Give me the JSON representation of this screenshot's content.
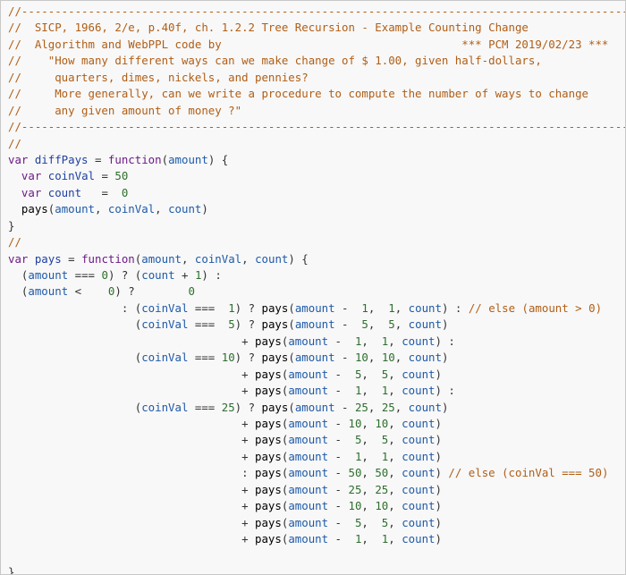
{
  "editor": {
    "lines": [
      [
        [
          "comment",
          "//-------------------------------------------------------------------------------------------------"
        ]
      ],
      [
        [
          "comment",
          "//  SICP, 1966, 2/e, p.40f, ch. 1.2.2 Tree Recursion - Example Counting Change"
        ]
      ],
      [
        [
          "comment",
          "//  Algorithm and WebPPL code by                                    *** PCM 2019/02/23 ***"
        ]
      ],
      [
        [
          "comment",
          "//    \"How many different ways can we make change of $ 1.00, given half-dollars,"
        ]
      ],
      [
        [
          "comment",
          "//     quarters, dimes, nickels, and pennies?"
        ]
      ],
      [
        [
          "comment",
          "//     More generally, can we write a procedure to compute the number of ways to change"
        ]
      ],
      [
        [
          "comment",
          "//     any given amount of money ?\""
        ]
      ],
      [
        [
          "comment",
          "//-------------------------------------------------------------------------------------------------"
        ]
      ],
      [
        [
          "comment",
          "//"
        ]
      ],
      [
        [
          "kw",
          "var "
        ],
        [
          "var",
          "diffPays"
        ],
        [
          "plain",
          " = "
        ],
        [
          "kw",
          "function"
        ],
        [
          "plain",
          "("
        ],
        [
          "prop",
          "amount"
        ],
        [
          "plain",
          ") {"
        ]
      ],
      [
        [
          "plain",
          "  "
        ],
        [
          "kw",
          "var "
        ],
        [
          "var",
          "coinVal"
        ],
        [
          "plain",
          " = "
        ],
        [
          "num",
          "50"
        ]
      ],
      [
        [
          "plain",
          "  "
        ],
        [
          "kw",
          "var "
        ],
        [
          "var",
          "count"
        ],
        [
          "plain",
          "   =  "
        ],
        [
          "num",
          "0"
        ]
      ],
      [
        [
          "plain",
          "  "
        ],
        [
          "fn",
          "pays"
        ],
        [
          "plain",
          "("
        ],
        [
          "prop",
          "amount"
        ],
        [
          "plain",
          ", "
        ],
        [
          "prop",
          "coinVal"
        ],
        [
          "plain",
          ", "
        ],
        [
          "prop",
          "count"
        ],
        [
          "plain",
          ")"
        ]
      ],
      [
        [
          "plain",
          "}"
        ]
      ],
      [
        [
          "comment",
          "//"
        ]
      ],
      [
        [
          "kw",
          "var "
        ],
        [
          "var",
          "pays"
        ],
        [
          "plain",
          " = "
        ],
        [
          "kw",
          "function"
        ],
        [
          "plain",
          "("
        ],
        [
          "prop",
          "amount"
        ],
        [
          "plain",
          ", "
        ],
        [
          "prop",
          "coinVal"
        ],
        [
          "plain",
          ", "
        ],
        [
          "prop",
          "count"
        ],
        [
          "plain",
          ") {"
        ]
      ],
      [
        [
          "plain",
          "  ("
        ],
        [
          "prop",
          "amount"
        ],
        [
          "plain",
          " === "
        ],
        [
          "num",
          "0"
        ],
        [
          "plain",
          ") ? ("
        ],
        [
          "prop",
          "count"
        ],
        [
          "plain",
          " + "
        ],
        [
          "num",
          "1"
        ],
        [
          "plain",
          ") :"
        ]
      ],
      [
        [
          "plain",
          "  ("
        ],
        [
          "prop",
          "amount"
        ],
        [
          "plain",
          " <    "
        ],
        [
          "num",
          "0"
        ],
        [
          "plain",
          ") ?        "
        ],
        [
          "num",
          "0"
        ]
      ],
      [
        [
          "plain",
          "                 : ("
        ],
        [
          "prop",
          "coinVal"
        ],
        [
          "plain",
          " ===  "
        ],
        [
          "num",
          "1"
        ],
        [
          "plain",
          ") ? "
        ],
        [
          "fn",
          "pays"
        ],
        [
          "plain",
          "("
        ],
        [
          "prop",
          "amount"
        ],
        [
          "plain",
          " -  "
        ],
        [
          "num",
          "1"
        ],
        [
          "plain",
          ",  "
        ],
        [
          "num",
          "1"
        ],
        [
          "plain",
          ", "
        ],
        [
          "prop",
          "count"
        ],
        [
          "plain",
          ") : "
        ],
        [
          "comment",
          "// else (amount > 0)"
        ]
      ],
      [
        [
          "plain",
          "                   ("
        ],
        [
          "prop",
          "coinVal"
        ],
        [
          "plain",
          " ===  "
        ],
        [
          "num",
          "5"
        ],
        [
          "plain",
          ") ? "
        ],
        [
          "fn",
          "pays"
        ],
        [
          "plain",
          "("
        ],
        [
          "prop",
          "amount"
        ],
        [
          "plain",
          " -  "
        ],
        [
          "num",
          "5"
        ],
        [
          "plain",
          ",  "
        ],
        [
          "num",
          "5"
        ],
        [
          "plain",
          ", "
        ],
        [
          "prop",
          "count"
        ],
        [
          "plain",
          ")"
        ]
      ],
      [
        [
          "plain",
          "                                   + "
        ],
        [
          "fn",
          "pays"
        ],
        [
          "plain",
          "("
        ],
        [
          "prop",
          "amount"
        ],
        [
          "plain",
          " -  "
        ],
        [
          "num",
          "1"
        ],
        [
          "plain",
          ",  "
        ],
        [
          "num",
          "1"
        ],
        [
          "plain",
          ", "
        ],
        [
          "prop",
          "count"
        ],
        [
          "plain",
          ") :"
        ]
      ],
      [
        [
          "plain",
          "                   ("
        ],
        [
          "prop",
          "coinVal"
        ],
        [
          "plain",
          " === "
        ],
        [
          "num",
          "10"
        ],
        [
          "plain",
          ") ? "
        ],
        [
          "fn",
          "pays"
        ],
        [
          "plain",
          "("
        ],
        [
          "prop",
          "amount"
        ],
        [
          "plain",
          " - "
        ],
        [
          "num",
          "10"
        ],
        [
          "plain",
          ", "
        ],
        [
          "num",
          "10"
        ],
        [
          "plain",
          ", "
        ],
        [
          "prop",
          "count"
        ],
        [
          "plain",
          ")"
        ]
      ],
      [
        [
          "plain",
          "                                   + "
        ],
        [
          "fn",
          "pays"
        ],
        [
          "plain",
          "("
        ],
        [
          "prop",
          "amount"
        ],
        [
          "plain",
          " -  "
        ],
        [
          "num",
          "5"
        ],
        [
          "plain",
          ",  "
        ],
        [
          "num",
          "5"
        ],
        [
          "plain",
          ", "
        ],
        [
          "prop",
          "count"
        ],
        [
          "plain",
          ")"
        ]
      ],
      [
        [
          "plain",
          "                                   + "
        ],
        [
          "fn",
          "pays"
        ],
        [
          "plain",
          "("
        ],
        [
          "prop",
          "amount"
        ],
        [
          "plain",
          " -  "
        ],
        [
          "num",
          "1"
        ],
        [
          "plain",
          ",  "
        ],
        [
          "num",
          "1"
        ],
        [
          "plain",
          ", "
        ],
        [
          "prop",
          "count"
        ],
        [
          "plain",
          ") :"
        ]
      ],
      [
        [
          "plain",
          "                   ("
        ],
        [
          "prop",
          "coinVal"
        ],
        [
          "plain",
          " === "
        ],
        [
          "num",
          "25"
        ],
        [
          "plain",
          ") ? "
        ],
        [
          "fn",
          "pays"
        ],
        [
          "plain",
          "("
        ],
        [
          "prop",
          "amount"
        ],
        [
          "plain",
          " - "
        ],
        [
          "num",
          "25"
        ],
        [
          "plain",
          ", "
        ],
        [
          "num",
          "25"
        ],
        [
          "plain",
          ", "
        ],
        [
          "prop",
          "count"
        ],
        [
          "plain",
          ")"
        ]
      ],
      [
        [
          "plain",
          "                                   + "
        ],
        [
          "fn",
          "pays"
        ],
        [
          "plain",
          "("
        ],
        [
          "prop",
          "amount"
        ],
        [
          "plain",
          " - "
        ],
        [
          "num",
          "10"
        ],
        [
          "plain",
          ", "
        ],
        [
          "num",
          "10"
        ],
        [
          "plain",
          ", "
        ],
        [
          "prop",
          "count"
        ],
        [
          "plain",
          ")"
        ]
      ],
      [
        [
          "plain",
          "                                   + "
        ],
        [
          "fn",
          "pays"
        ],
        [
          "plain",
          "("
        ],
        [
          "prop",
          "amount"
        ],
        [
          "plain",
          " -  "
        ],
        [
          "num",
          "5"
        ],
        [
          "plain",
          ",  "
        ],
        [
          "num",
          "5"
        ],
        [
          "plain",
          ", "
        ],
        [
          "prop",
          "count"
        ],
        [
          "plain",
          ")"
        ]
      ],
      [
        [
          "plain",
          "                                   + "
        ],
        [
          "fn",
          "pays"
        ],
        [
          "plain",
          "("
        ],
        [
          "prop",
          "amount"
        ],
        [
          "plain",
          " -  "
        ],
        [
          "num",
          "1"
        ],
        [
          "plain",
          ",  "
        ],
        [
          "num",
          "1"
        ],
        [
          "plain",
          ", "
        ],
        [
          "prop",
          "count"
        ],
        [
          "plain",
          ")"
        ]
      ],
      [
        [
          "plain",
          "                                   : "
        ],
        [
          "fn",
          "pays"
        ],
        [
          "plain",
          "("
        ],
        [
          "prop",
          "amount"
        ],
        [
          "plain",
          " - "
        ],
        [
          "num",
          "50"
        ],
        [
          "plain",
          ", "
        ],
        [
          "num",
          "50"
        ],
        [
          "plain",
          ", "
        ],
        [
          "prop",
          "count"
        ],
        [
          "plain",
          ") "
        ],
        [
          "comment",
          "// else (coinVal === 50)"
        ]
      ],
      [
        [
          "plain",
          "                                   + "
        ],
        [
          "fn",
          "pays"
        ],
        [
          "plain",
          "("
        ],
        [
          "prop",
          "amount"
        ],
        [
          "plain",
          " - "
        ],
        [
          "num",
          "25"
        ],
        [
          "plain",
          ", "
        ],
        [
          "num",
          "25"
        ],
        [
          "plain",
          ", "
        ],
        [
          "prop",
          "count"
        ],
        [
          "plain",
          ")"
        ]
      ],
      [
        [
          "plain",
          "                                   + "
        ],
        [
          "fn",
          "pays"
        ],
        [
          "plain",
          "("
        ],
        [
          "prop",
          "amount"
        ],
        [
          "plain",
          " - "
        ],
        [
          "num",
          "10"
        ],
        [
          "plain",
          ", "
        ],
        [
          "num",
          "10"
        ],
        [
          "plain",
          ", "
        ],
        [
          "prop",
          "count"
        ],
        [
          "plain",
          ")"
        ]
      ],
      [
        [
          "plain",
          "                                   + "
        ],
        [
          "fn",
          "pays"
        ],
        [
          "plain",
          "("
        ],
        [
          "prop",
          "amount"
        ],
        [
          "plain",
          " -  "
        ],
        [
          "num",
          "5"
        ],
        [
          "plain",
          ",  "
        ],
        [
          "num",
          "5"
        ],
        [
          "plain",
          ", "
        ],
        [
          "prop",
          "count"
        ],
        [
          "plain",
          ")"
        ]
      ],
      [
        [
          "plain",
          "                                   + "
        ],
        [
          "fn",
          "pays"
        ],
        [
          "plain",
          "("
        ],
        [
          "prop",
          "amount"
        ],
        [
          "plain",
          " -  "
        ],
        [
          "num",
          "1"
        ],
        [
          "plain",
          ",  "
        ],
        [
          "num",
          "1"
        ],
        [
          "plain",
          ", "
        ],
        [
          "prop",
          "count"
        ],
        [
          "plain",
          ")"
        ]
      ],
      [
        [
          "plain",
          ""
        ]
      ],
      [
        [
          "plain",
          "}"
        ]
      ],
      [
        [
          "comment",
          "//-------------------------------------------------------------------------------------------------"
        ]
      ]
    ]
  },
  "colors": {
    "comment": "#b05e16",
    "keyword": "#6d1a87",
    "variable": "#1e3fa0",
    "property": "#1e5aa8",
    "number": "#2d6e2d",
    "background": "#f8f8f8"
  }
}
